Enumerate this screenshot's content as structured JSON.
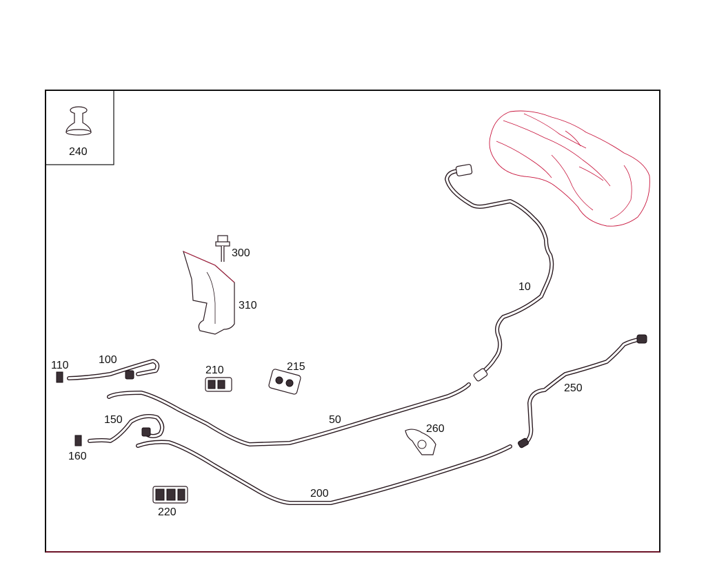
{
  "labels": {
    "p240": "240",
    "p10": "10",
    "p300": "300",
    "p310": "310",
    "p110": "110",
    "p100": "100",
    "p210": "210",
    "p215": "215",
    "p50": "50",
    "p250": "250",
    "p150": "150",
    "p160": "160",
    "p260": "260",
    "p200": "200",
    "p220": "220"
  }
}
